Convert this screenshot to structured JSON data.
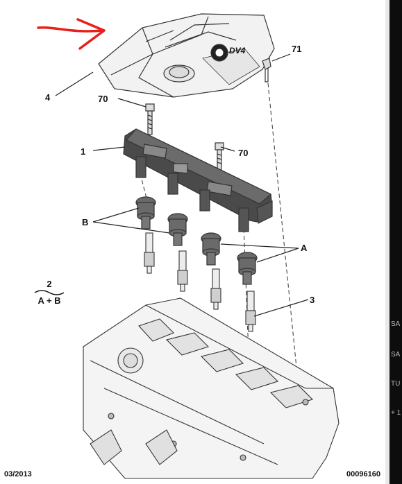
{
  "callouts": {
    "cover": "4",
    "bolt_top_left": "70",
    "bolt_right": "70",
    "stud": "71",
    "coil_rail": "1",
    "boots_b": "B",
    "boots_a": "A",
    "spark_plug": "3"
  },
  "legend": {
    "numerator": "2",
    "denominator": "A + B"
  },
  "footer": {
    "date": "03/2013",
    "ref": "00096160"
  },
  "logo_text": "DV4",
  "side_fragments": [
    "SA",
    "SA",
    "TU",
    "+ 1"
  ],
  "colors": {
    "annotation_arrow": "#e8201a",
    "background": "#ffffff",
    "line": "#222222"
  }
}
